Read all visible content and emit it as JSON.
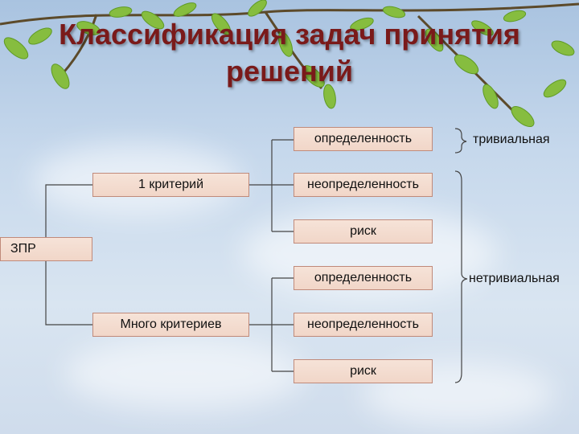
{
  "title": {
    "line1": "Классификация задач принятия",
    "line2": "решений"
  },
  "root": "ЗПР",
  "criteria": [
    "1 критерий",
    "Много критериев"
  ],
  "conditions": [
    "определенность",
    "неопределенность",
    "риск",
    "определенность",
    "неопределенность",
    "риск"
  ],
  "groups": {
    "trivial": "тривиальная",
    "nontrivial": "нетривиальная"
  },
  "colors": {
    "title": "#7a1a1a",
    "box_fill": "#f3dccf",
    "box_border": "#c08a7a",
    "leaf_green": "#7fb53a"
  }
}
